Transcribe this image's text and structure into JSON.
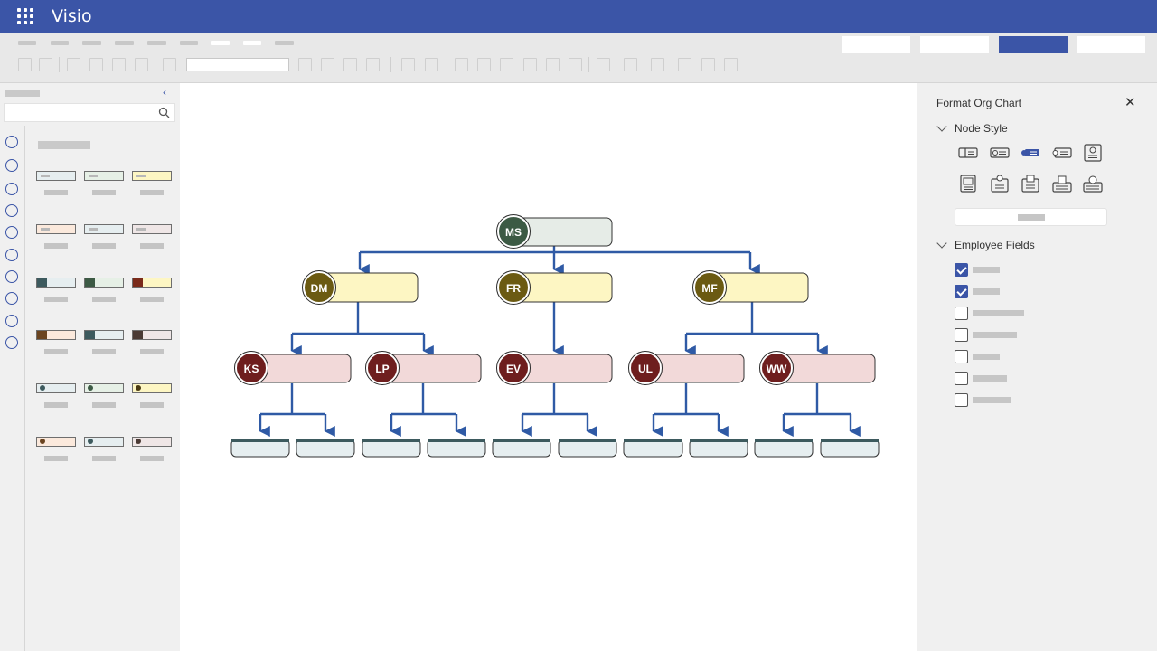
{
  "app": {
    "name": "Visio"
  },
  "right_panel": {
    "title": "Format Org Chart",
    "sections": {
      "node_style": "Node Style",
      "employee_fields": "Employee Fields"
    },
    "employee_fields": [
      {
        "checked": true
      },
      {
        "checked": true
      },
      {
        "checked": false
      },
      {
        "checked": false
      },
      {
        "checked": false
      },
      {
        "checked": false
      },
      {
        "checked": false
      }
    ],
    "selected_node_style": 3
  },
  "org": {
    "root": {
      "initials": "MS"
    },
    "managers": [
      {
        "initials": "DM"
      },
      {
        "initials": "FR"
      },
      {
        "initials": "MF"
      }
    ],
    "leads": [
      {
        "initials": "KS"
      },
      {
        "initials": "LP"
      },
      {
        "initials": "EV"
      },
      {
        "initials": "UL"
      },
      {
        "initials": "WW"
      }
    ]
  },
  "colors": {
    "accent": "#3b55a7",
    "root_avatar": "#3c5a44",
    "root_fill": "#e6ece7",
    "manager_avatar": "#6b5a12",
    "manager_fill": "#fdf6c3",
    "lead_avatar": "#6e1e1e",
    "lead_fill": "#f2d9d9",
    "leaf_fill": "#e6eef0",
    "leaf_top": "#3d5a5e",
    "connector": "#2f5aa5"
  }
}
